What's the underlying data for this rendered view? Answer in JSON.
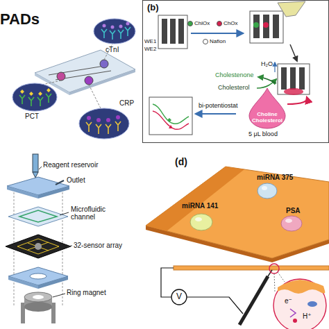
{
  "diagram": {
    "nodes": [
      {
        "text": [
          "(b)"
        ]
      },
      {
        "text": [
          "Choline",
          "Cholesterol"
        ],
        "in": 0
      }
    ],
    "labels": [
      "PADs",
      "cTnI",
      "PCT",
      "CRP",
      "WE1",
      "WE2",
      "H₂O",
      "Cholestenone",
      "Cholesterol",
      "bi-potentiostat",
      "5 μL blood",
      "Reagent reservoir",
      "Outlet",
      "Microfluidic channel",
      "32-sensor array",
      "Ring magnet",
      "(d)",
      "miRNA 375",
      "miRNA 141",
      "PSA",
      "V",
      "e⁻",
      "H⁺"
    ],
    "legend": [
      {
        "text": "ChlOx",
        "color": "#3aa64a"
      },
      {
        "text": "ChOx",
        "color": "#d6204e"
      },
      {
        "text": "Nafion",
        "color": "#ffffff"
      }
    ]
  }
}
